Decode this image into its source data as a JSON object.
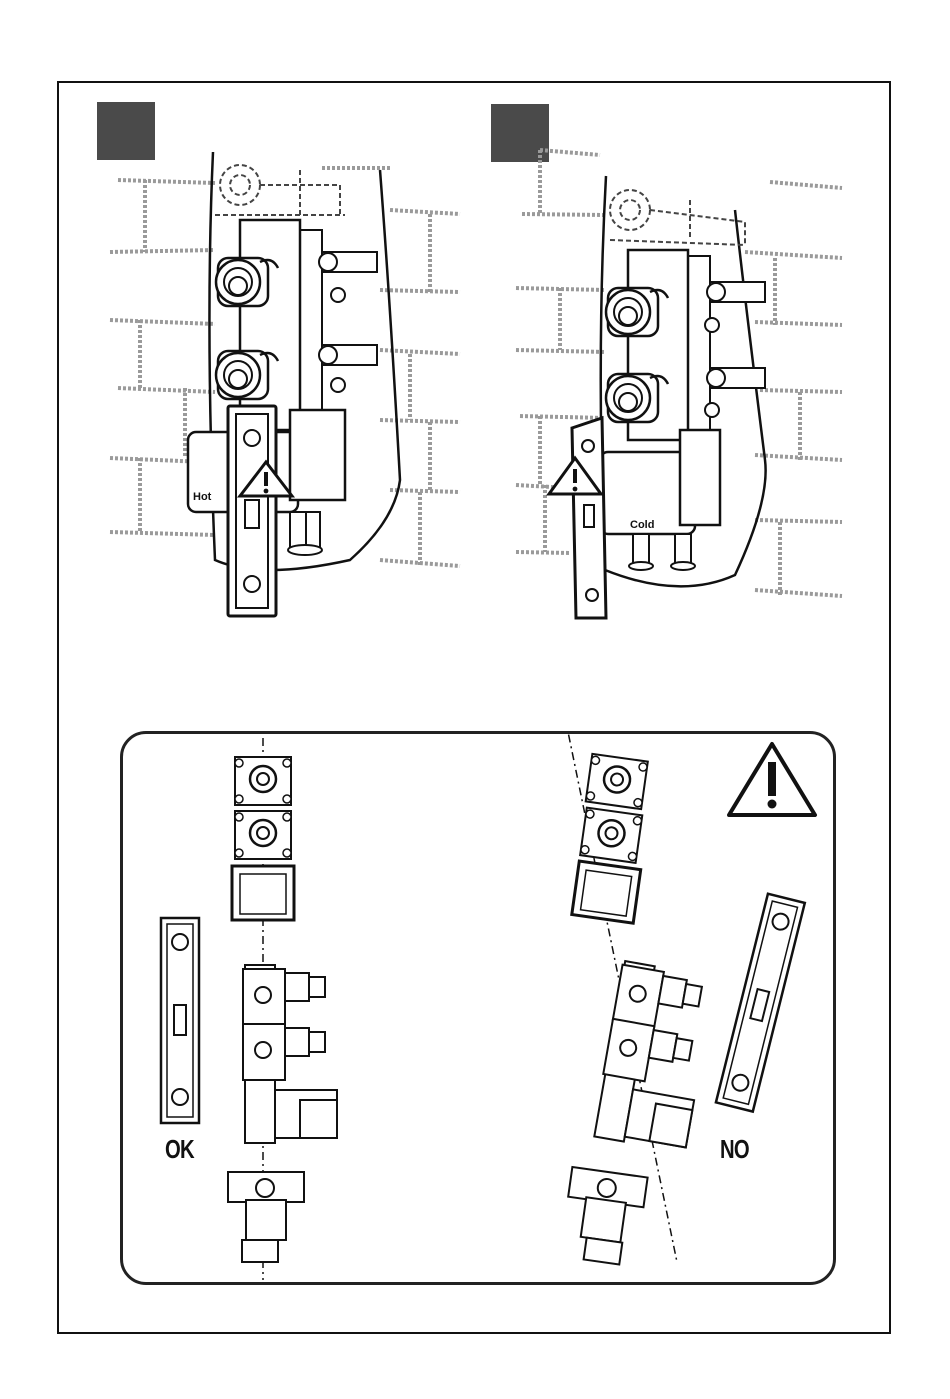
{
  "figure": {
    "steps": [
      {
        "id": "left",
        "number": "",
        "valve_label": "Hot"
      },
      {
        "id": "right",
        "number": "",
        "valve_label": "Cold"
      }
    ]
  },
  "alignment_panel": {
    "correct_label": "OK",
    "incorrect_label": "NO"
  },
  "colors": {
    "badge": "#4a4a4a",
    "line": "#111111",
    "wall": "#9a9a9a"
  }
}
